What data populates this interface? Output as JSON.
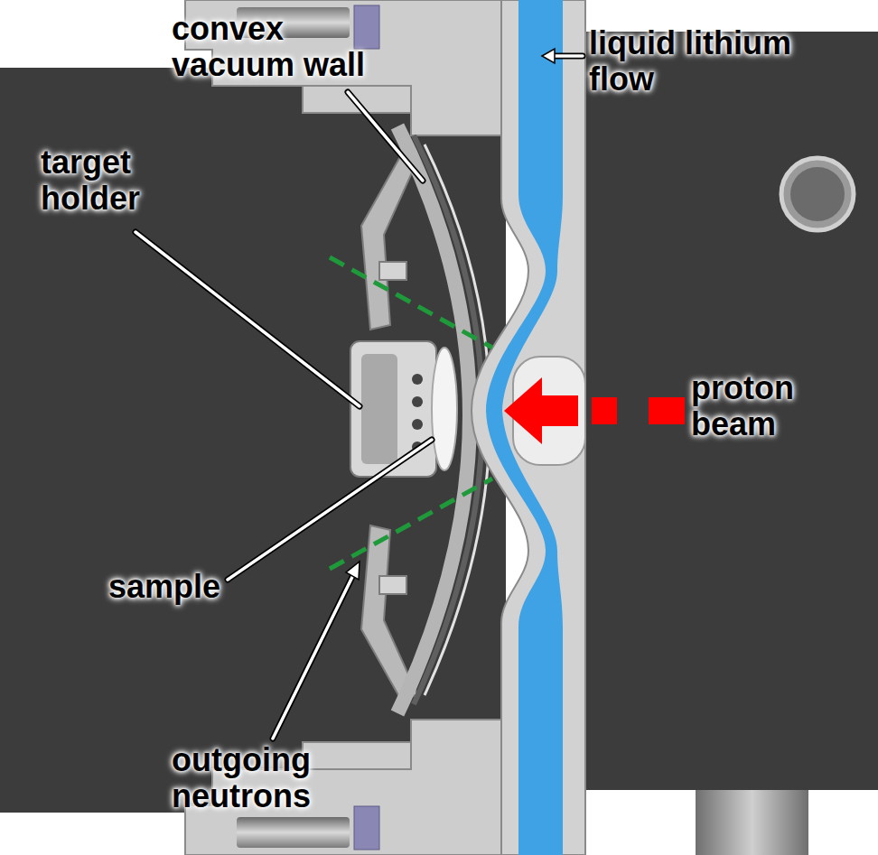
{
  "diagram": {
    "labels": [
      "convex vacuum wall",
      "liquid lithium flow",
      "target holder",
      "proton beam",
      "sample",
      "outgoing neutrons"
    ]
  }
}
